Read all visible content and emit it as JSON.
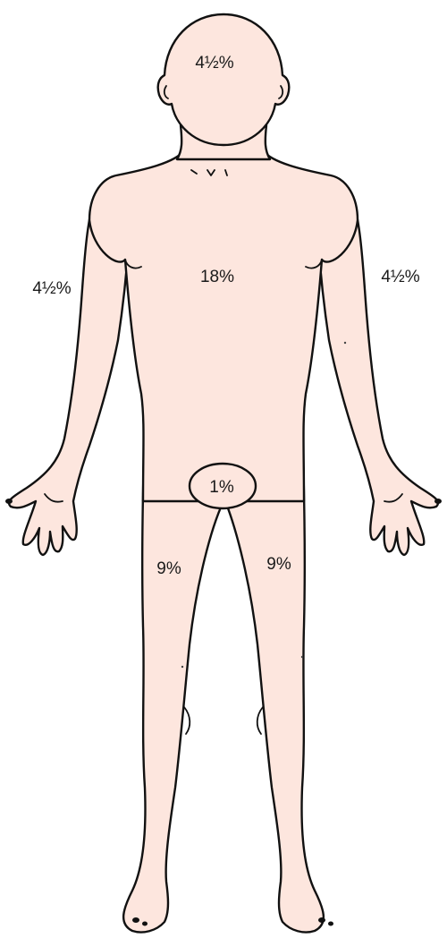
{
  "diagram": {
    "fill_color": "#fde6de",
    "outline_color": "#111111",
    "label_color": "#1a1a1a",
    "regions": {
      "head": "4½%",
      "arm_left": "4½%",
      "arm_right": "4½%",
      "trunk": "18%",
      "genitals": "1%",
      "leg_left": "9%",
      "leg_right": "9%"
    }
  }
}
